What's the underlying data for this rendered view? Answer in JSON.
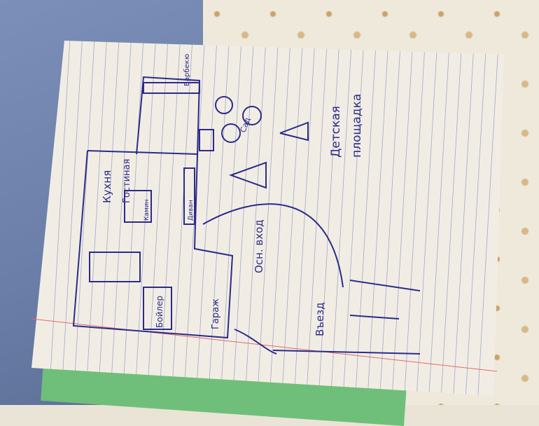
{
  "labels": {
    "bbq": "Барбекю",
    "kitchen": "Кухня",
    "living_room": "Гостиная",
    "fireplace": "Камин",
    "sofa": "Диван",
    "main_entrance": "Осн. вход",
    "boiler": "Бойлер",
    "garage": "Гараж",
    "driveway": "Въезд",
    "garden": "Сад",
    "playground_line1": "Детская",
    "playground_line2": "площадка"
  },
  "colors": {
    "ink": "#2c2b8a",
    "paper": "#f2ede4",
    "margin_line": "#e06a6a",
    "rule_line": "#9fa9c9"
  }
}
